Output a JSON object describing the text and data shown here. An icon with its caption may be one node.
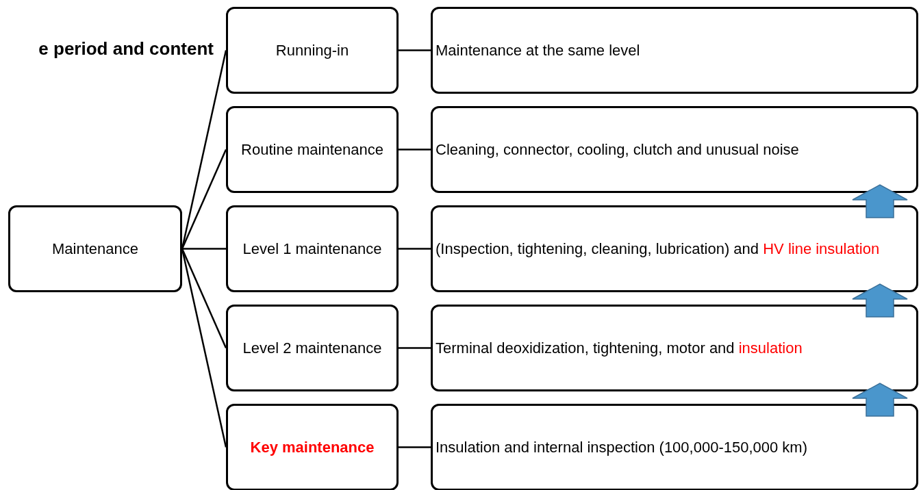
{
  "diagram": {
    "title": "e period and content",
    "nodes": [
      {
        "text": [
          "Maintenance"
        ]
      },
      {
        "text": [
          "Running-in"
        ]
      },
      {
        "text": [
          "Routine maintenance"
        ]
      },
      {
        "text": [
          "Level 1 maintenance"
        ]
      },
      {
        "text": [
          "Level 2 maintenance"
        ]
      },
      {
        "text": [
          "Key maintenance"
        ]
      },
      {
        "text": [
          "Maintenance at the same level"
        ]
      },
      {
        "text": [
          "Cleaning, connector, cooling, clutch and unusual noise"
        ]
      },
      {
        "text": [
          "(Inspection, tightening, cleaning, lubrication) and",
          "HV line insulation"
        ]
      },
      {
        "text": [
          "Terminal deoxidization, tightening, motor and",
          "insulation"
        ]
      },
      {
        "text": [
          "Insulation and internal inspection (100,000-150,000 km)"
        ]
      }
    ],
    "edges": [
      {
        "from": 0,
        "to": 1,
        "arrow": "none"
      },
      {
        "from": 0,
        "to": 2,
        "arrow": "none"
      },
      {
        "from": 0,
        "to": 3,
        "arrow": "none"
      },
      {
        "from": 0,
        "to": 4,
        "arrow": "none"
      },
      {
        "from": 0,
        "to": 5,
        "arrow": "none"
      },
      {
        "from": 1,
        "to": 6,
        "arrow": "none"
      },
      {
        "from": 2,
        "to": 7,
        "arrow": "none"
      },
      {
        "from": 3,
        "to": 8,
        "arrow": "none"
      },
      {
        "from": 4,
        "to": 9,
        "arrow": "none"
      },
      {
        "from": 5,
        "to": 10,
        "arrow": "none"
      },
      {
        "from": 10,
        "to": 9,
        "arrow": "to",
        "style": "thick",
        "color": "#4a96cc"
      },
      {
        "from": 9,
        "to": 8,
        "arrow": "to",
        "style": "thick",
        "color": "#4a96cc"
      },
      {
        "from": 8,
        "to": 7,
        "arrow": "to",
        "style": "thick",
        "color": "#4a96cc"
      }
    ]
  }
}
